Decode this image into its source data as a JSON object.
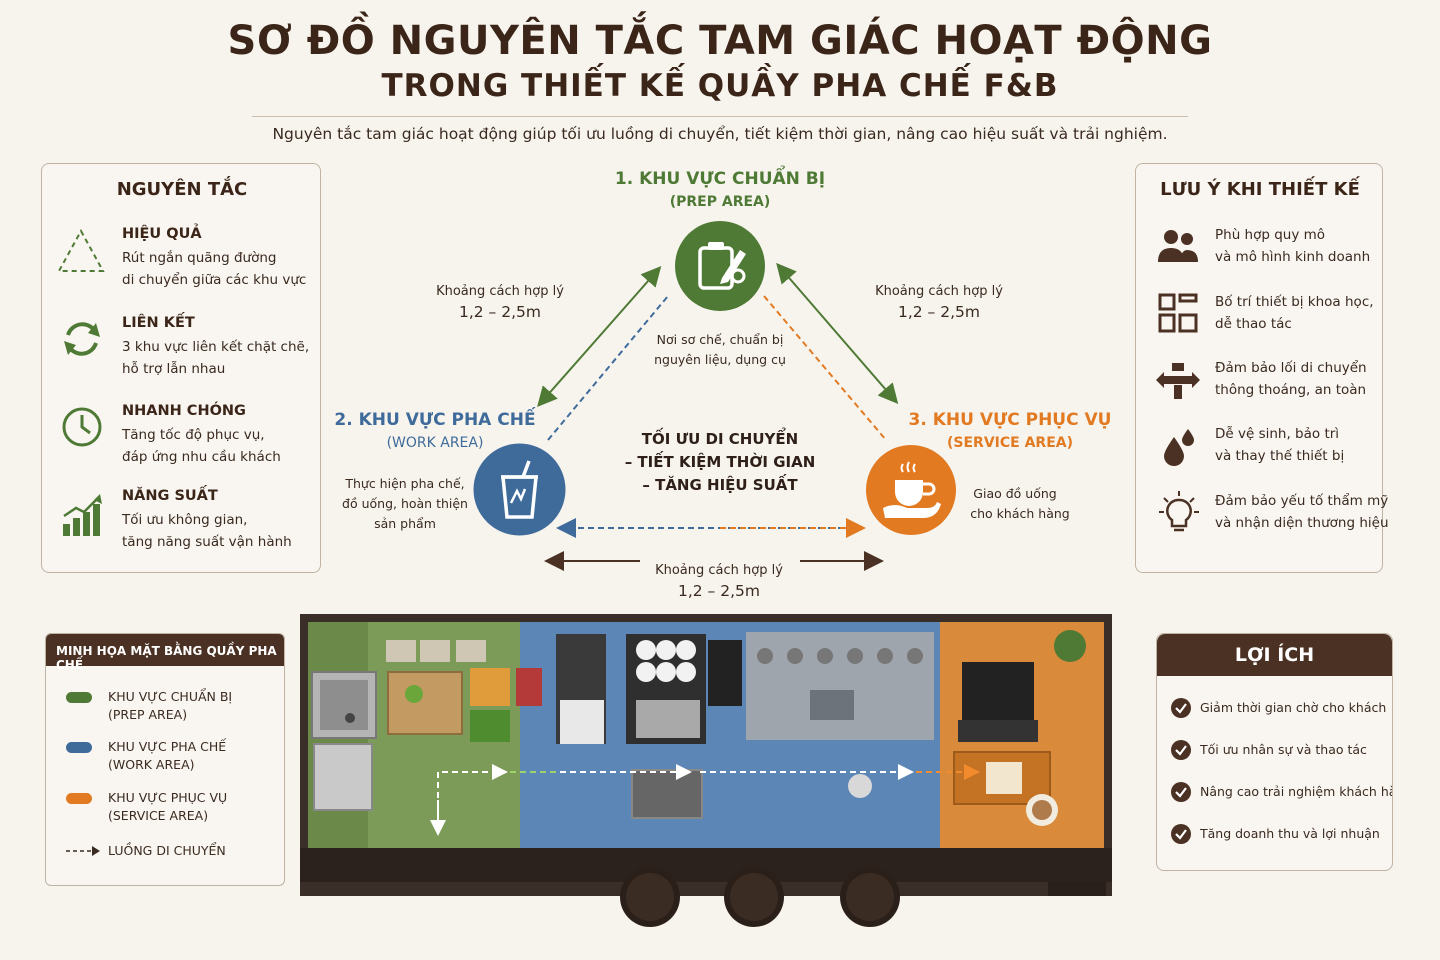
{
  "header": {
    "title_line1": "SƠ ĐỒ NGUYÊN TẮC TAM GIÁC HOẠT ĐỘNG",
    "title_line2": "TRONG THIẾT KẾ QUẦY PHA CHẾ F&B",
    "subtitle": "Nguyên tắc tam giác hoạt động giúp tối ưu luồng di chuyển, tiết kiệm thời gian, nâng cao hiệu suất và trải nghiệm."
  },
  "principles": {
    "title": "NGUYÊN TẮC",
    "items": [
      {
        "icon": "triangle-icon",
        "heading": "HIỆU QUẢ",
        "line1": "Rút ngắn quãng đường",
        "line2": "di chuyển giữa các khu vực"
      },
      {
        "icon": "sync-icon",
        "heading": "LIÊN KẾT",
        "line1": "3 khu vực liên kết chặt chẽ,",
        "line2": "hỗ trợ lẫn nhau"
      },
      {
        "icon": "clock-icon",
        "heading": "NHANH CHÓNG",
        "line1": "Tăng tốc độ phục vụ,",
        "line2": "đáp ứng nhu cầu khách"
      },
      {
        "icon": "growth-chart-icon",
        "heading": "NĂNG SUẤT",
        "line1": "Tối ưu không gian,",
        "line2": "tăng năng suất vận hành"
      }
    ]
  },
  "triangle": {
    "prep": {
      "title": "1. KHU VỰC CHUẨN BỊ",
      "subtitle": "(PREP AREA)",
      "desc_line1": "Nơi sơ chế, chuẩn bị",
      "desc_line2": "nguyên liệu, dụng cụ",
      "color": "#4f7a35"
    },
    "work": {
      "title": "2. KHU VỰC PHA CHẾ",
      "subtitle": "(WORK AREA)",
      "desc_line1": "Thực hiện pha chế,",
      "desc_line2": "đồ uống, hoàn thiện",
      "desc_line3": "sản phẩm",
      "color": "#3f6b9b"
    },
    "service": {
      "title": "3. KHU VỰC PHỤC VỤ",
      "subtitle": "(SERVICE AREA)",
      "desc_line1": "Giao đồ uống",
      "desc_line2": "cho khách hàng",
      "color": "#e27a22"
    },
    "center_line1": "TỐI ƯU DI CHUYỂN",
    "center_line2": "– TIẾT KIỆM THỜI GIAN",
    "center_line3": "– TĂNG HIỆU SUẤT",
    "distance_label": "Khoảng cách hợp lý",
    "distance_value": "1,2 – 2,5m"
  },
  "notes": {
    "title": "LƯU Ý KHI THIẾT KẾ",
    "items": [
      {
        "icon": "people-icon",
        "line1": "Phù hợp quy mô",
        "line2": "và mô hình kinh doanh"
      },
      {
        "icon": "layout-icon",
        "line1": "Bố trí thiết bị khoa học,",
        "line2": "dễ thao tác"
      },
      {
        "icon": "move-arrows-icon",
        "line1": "Đảm bảo lối di chuyển",
        "line2": "thông thoáng, an toàn"
      },
      {
        "icon": "water-drops-icon",
        "line1": "Dễ vệ sinh, bảo trì",
        "line2": "và thay thế thiết bị"
      },
      {
        "icon": "lightbulb-icon",
        "line1": "Đảm bảo yếu tố thẩm mỹ",
        "line2": "và nhận diện thương hiệu"
      }
    ]
  },
  "legend": {
    "title": "MINH HỌA MẶT BẰNG QUẦY PHA CHẾ",
    "items": [
      {
        "color": "#4f7a35",
        "line1": "KHU VỰC CHUẨN BỊ",
        "line2": "(PREP AREA)"
      },
      {
        "color": "#3f6b9b",
        "line1": "KHU VỰC PHA CHẾ",
        "line2": "(WORK AREA)"
      },
      {
        "color": "#e27a22",
        "line1": "KHU VỰC PHỤC VỤ",
        "line2": "(SERVICE AREA)"
      }
    ],
    "flow_label": "LUỒNG DI CHUYỂN"
  },
  "benefits": {
    "title": "LỢI ÍCH",
    "items": [
      "Giảm thời gian chờ cho khách",
      "Tối ưu nhân sự và thao tác",
      "Nâng cao trải nghiệm khách hàng",
      "Tăng doanh thu và lợi nhuận"
    ]
  },
  "colors": {
    "brown": "#4a3123",
    "green": "#4f7a35",
    "blue": "#3f6b9b",
    "orange": "#e27a22"
  }
}
